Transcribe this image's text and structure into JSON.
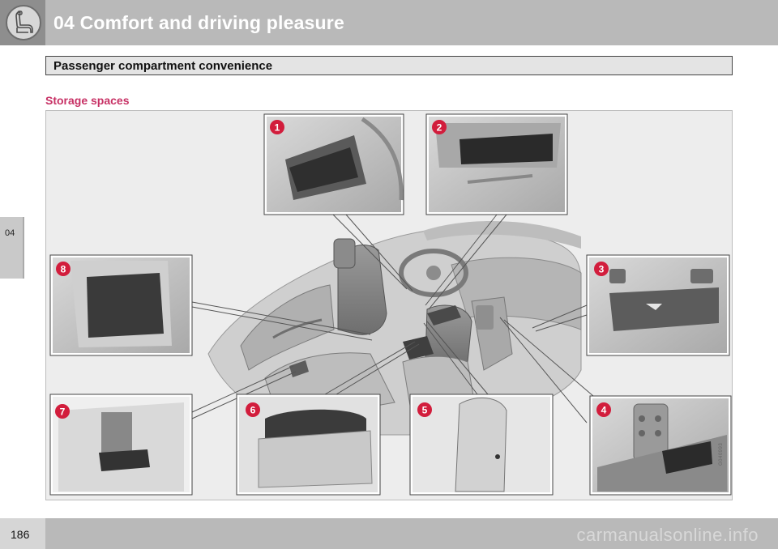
{
  "header": {
    "chapter_title": "04 Comfort and driving pleasure",
    "icon": "seat-icon"
  },
  "section": {
    "title": "Passenger compartment convenience"
  },
  "side_tab": {
    "label": "04"
  },
  "subheading": "Storage spaces",
  "illustration": {
    "callouts": [
      {
        "number": "1"
      },
      {
        "number": "2"
      },
      {
        "number": "3"
      },
      {
        "number": "4"
      },
      {
        "number": "5"
      },
      {
        "number": "6"
      },
      {
        "number": "7"
      },
      {
        "number": "8"
      }
    ],
    "image_code": "G040993"
  },
  "footer": {
    "page_number": "186",
    "watermark": "carmanualsonline.info"
  },
  "colors": {
    "header_bg": "#b9b9b9",
    "accent": "#c73064",
    "callout_red": "#d21d3c"
  }
}
